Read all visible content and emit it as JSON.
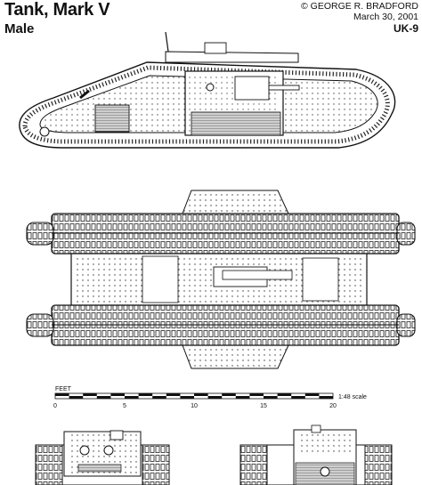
{
  "header": {
    "title": "Tank, Mark V",
    "subtitle": "Male",
    "copyright": "© GEORGE R. BRADFORD",
    "date": "March 30, 2001",
    "code": "UK-9"
  },
  "scale_bar": {
    "unit_label": "FEET",
    "ratio_label": "1:48 scale",
    "ticks": [
      "0",
      "5",
      "10",
      "15",
      "20"
    ]
  }
}
